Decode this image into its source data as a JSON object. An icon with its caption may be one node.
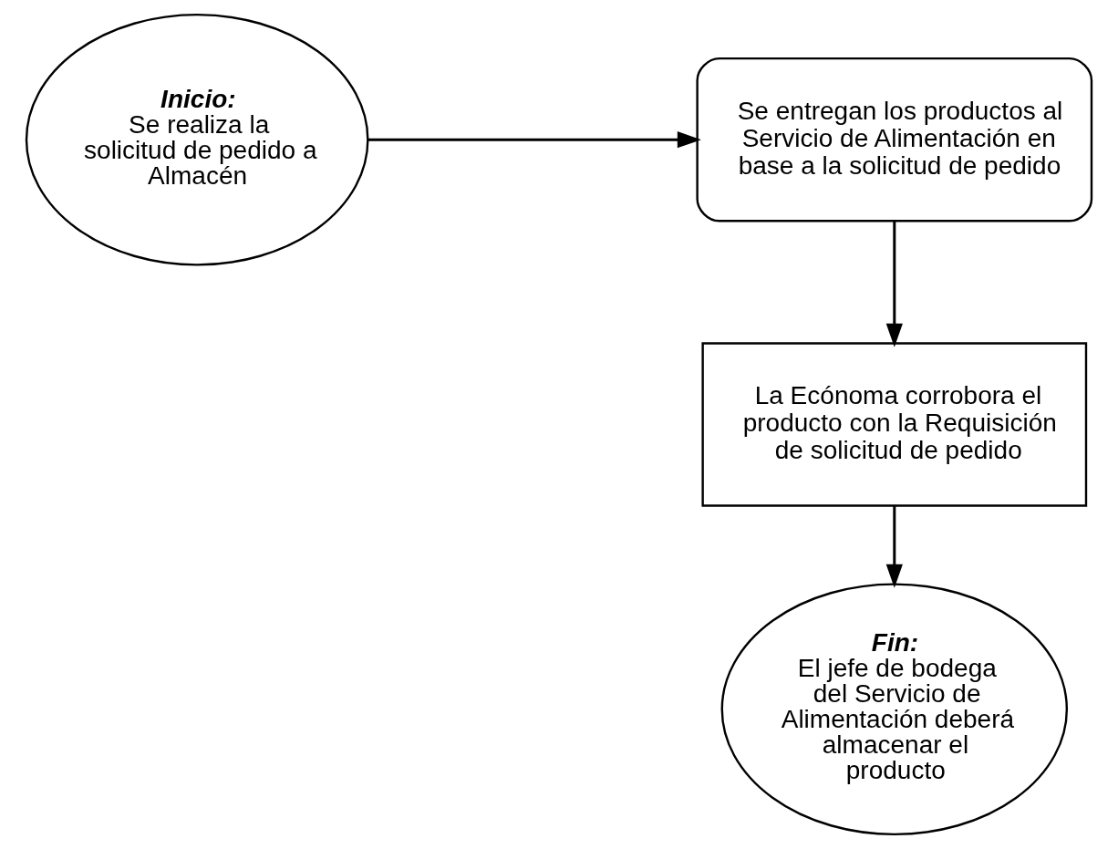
{
  "diagram": {
    "nodes": [
      {
        "text": [
          "Inicio:",
          "Se realiza la solicitud de pedido a Almacén"
        ]
      },
      {
        "text": [
          "Se entregan los productos al Servicio de Alimentación en base a la solicitud de pedido"
        ]
      },
      {
        "text": [
          "La Ecónoma corrobora el producto con la Requisición de solicitud de pedido"
        ]
      },
      {
        "text": [
          "Fin:",
          "El jefe de bodega del Servicio de Alimentación deberá almacenar el producto"
        ]
      }
    ],
    "edges": [
      {
        "from": 0,
        "to": 1,
        "arrow": "to"
      },
      {
        "from": 1,
        "to": 2,
        "arrow": "to"
      },
      {
        "from": 2,
        "to": 3,
        "arrow": "to"
      }
    ]
  }
}
